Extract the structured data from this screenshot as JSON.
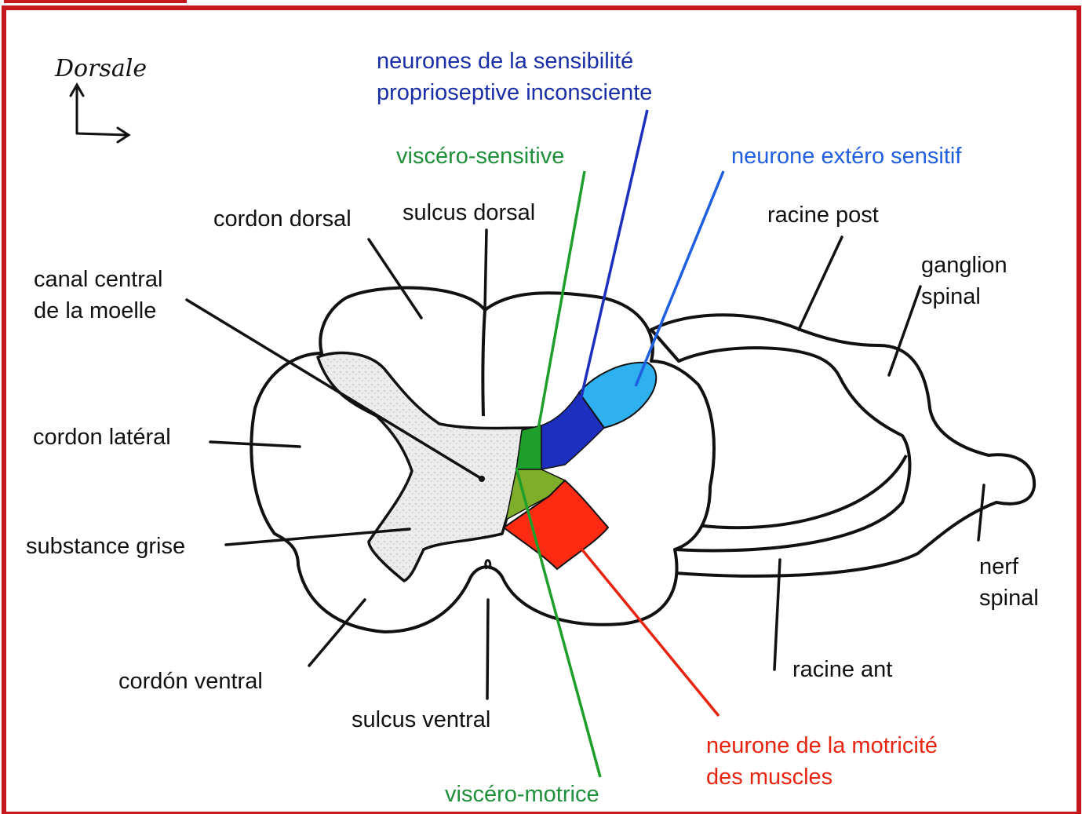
{
  "orientation": {
    "label": "Dorsale"
  },
  "colors": {
    "frame": "#c8161d",
    "ink": "#111111",
    "grey_matter": "#e6e6e6",
    "visceral_sensory": "#1e9e2a",
    "visceral_motor": "#7fae2a",
    "proprioceptive": "#1c2fbf",
    "exteroceptive": "#2fb0ef",
    "motor": "#ff2a12",
    "label_dark_blue": "#1a2ea8",
    "label_blue": "#1f5fe0",
    "label_green": "#1f8f3a",
    "label_red": "#e8230f"
  },
  "labels": {
    "proprio_line1": "neurones de la sensibilité",
    "proprio_line2": "proprioseptive inconsciente",
    "visc_sens": "viscéro-sensitive",
    "extero": "neurone extéro sensitif",
    "cordon_dorsal": "cordon dorsal",
    "sulcus_dorsal": "sulcus dorsal",
    "racine_post": "racine post",
    "ganglion_line1": "ganglion",
    "ganglion_line2": "spinal",
    "canal_line1": "canal central",
    "canal_line2": "de la moelle",
    "cordon_lateral": "cordon latéral",
    "substance_grise": "substance grise",
    "cordon_ventral": "cordón ventral",
    "sulcus_ventral": "sulcus ventral",
    "visc_mot": "viscéro-motrice",
    "nerf_line1": "nerf",
    "nerf_line2": "spinal",
    "racine_ant": "racine ant",
    "motor_line1": "neurone de la motricité",
    "motor_line2": "des muscles"
  }
}
